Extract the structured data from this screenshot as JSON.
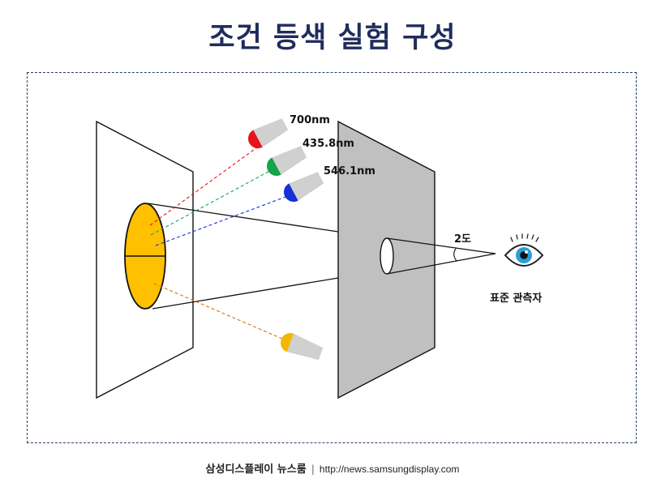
{
  "title": "조건 등색 실험 구성",
  "labels": {
    "red_wavelength": "700nm",
    "green_wavelength": "435.8nm",
    "blue_wavelength": "546.1nm",
    "angle": "2도",
    "observer": "표준 관측자"
  },
  "footer": {
    "brand": "삼성디스플레이 뉴스룸",
    "separator": "|",
    "url": "http://news.samsungdisplay.com"
  },
  "colors": {
    "title": "#1f2d5c",
    "red_lamp": "#e8121a",
    "green_lamp": "#17a34a",
    "blue_lamp": "#1530d6",
    "yellow_lamp": "#f2b705",
    "field": "#ffc000",
    "screen": "#c0c0c0",
    "eye_iris": "#2a9fd8"
  }
}
